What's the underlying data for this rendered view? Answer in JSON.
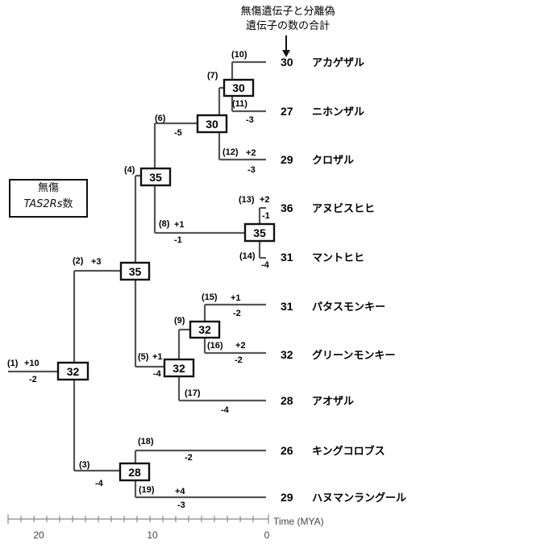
{
  "header": {
    "line1": "無傷遺伝子と分離偽",
    "line2": "遺伝子の数の合計"
  },
  "legend": {
    "line1": "無傷",
    "italic": "TAS2Rs",
    "suffix": "数"
  },
  "axis": {
    "label": "Time (MYA)",
    "ticks": [
      "20",
      "10",
      "0"
    ]
  },
  "nodes": [
    {
      "id": "root",
      "count": "32"
    },
    {
      "id": "n2",
      "count": "35"
    },
    {
      "id": "n3",
      "count": "28"
    },
    {
      "id": "n4",
      "count": "35"
    },
    {
      "id": "n5",
      "count": "32"
    },
    {
      "id": "n6",
      "count": "30"
    },
    {
      "id": "n7",
      "count": "30"
    },
    {
      "id": "n8",
      "count": "35"
    },
    {
      "id": "n9",
      "count": "32"
    }
  ],
  "leaves": [
    {
      "count": "30",
      "species": "アカゲザル"
    },
    {
      "count": "27",
      "species": "ニホンザル"
    },
    {
      "count": "29",
      "species": "クロザル"
    },
    {
      "count": "36",
      "species": "アヌビスヒヒ"
    },
    {
      "count": "31",
      "species": "マントヒヒ"
    },
    {
      "count": "31",
      "species": "パタスモンキー"
    },
    {
      "count": "32",
      "species": "グリーンモンキー"
    },
    {
      "count": "28",
      "species": "アオザル"
    },
    {
      "count": "26",
      "species": "キングコロブス"
    },
    {
      "count": "29",
      "species": "ハヌマンラングール"
    }
  ],
  "branch_labels": [
    {
      "id": "b1",
      "label": "(1)",
      "gain": "+10",
      "loss": "-2"
    },
    {
      "id": "b2",
      "label": "(2)",
      "gain": "+3",
      "loss": ""
    },
    {
      "id": "b3",
      "label": "(3)",
      "gain": "",
      "loss": "-4"
    },
    {
      "id": "b4",
      "label": "(4)",
      "gain": "",
      "loss": ""
    },
    {
      "id": "b5",
      "label": "(5)",
      "gain": "+1",
      "loss": "-4"
    },
    {
      "id": "b6",
      "label": "(6)",
      "gain": "",
      "loss": "-5"
    },
    {
      "id": "b7",
      "label": "(7)",
      "gain": "",
      "loss": ""
    },
    {
      "id": "b8",
      "label": "(8)",
      "gain": "+1",
      "loss": "-1"
    },
    {
      "id": "b9",
      "label": "(9)",
      "gain": "",
      "loss": ""
    },
    {
      "id": "b10",
      "label": "(10)",
      "gain": "",
      "loss": ""
    },
    {
      "id": "b11",
      "label": "(11)",
      "gain": "",
      "loss": "-3"
    },
    {
      "id": "b12",
      "label": "(12)",
      "gain": "+2",
      "loss": "-3"
    },
    {
      "id": "b13",
      "label": "(13)",
      "gain": "+2",
      "loss": "-1"
    },
    {
      "id": "b14",
      "label": "(14)",
      "gain": "",
      "loss": "-4"
    },
    {
      "id": "b15",
      "label": "(15)",
      "gain": "+1",
      "loss": "-2"
    },
    {
      "id": "b16",
      "label": "(16)",
      "gain": "+2",
      "loss": "-2"
    },
    {
      "id": "b17",
      "label": "(17)",
      "gain": "",
      "loss": "-4"
    },
    {
      "id": "b18",
      "label": "(18)",
      "gain": "",
      "loss": "-2"
    },
    {
      "id": "b19",
      "label": "(19)",
      "gain": "+4",
      "loss": "-3"
    }
  ]
}
